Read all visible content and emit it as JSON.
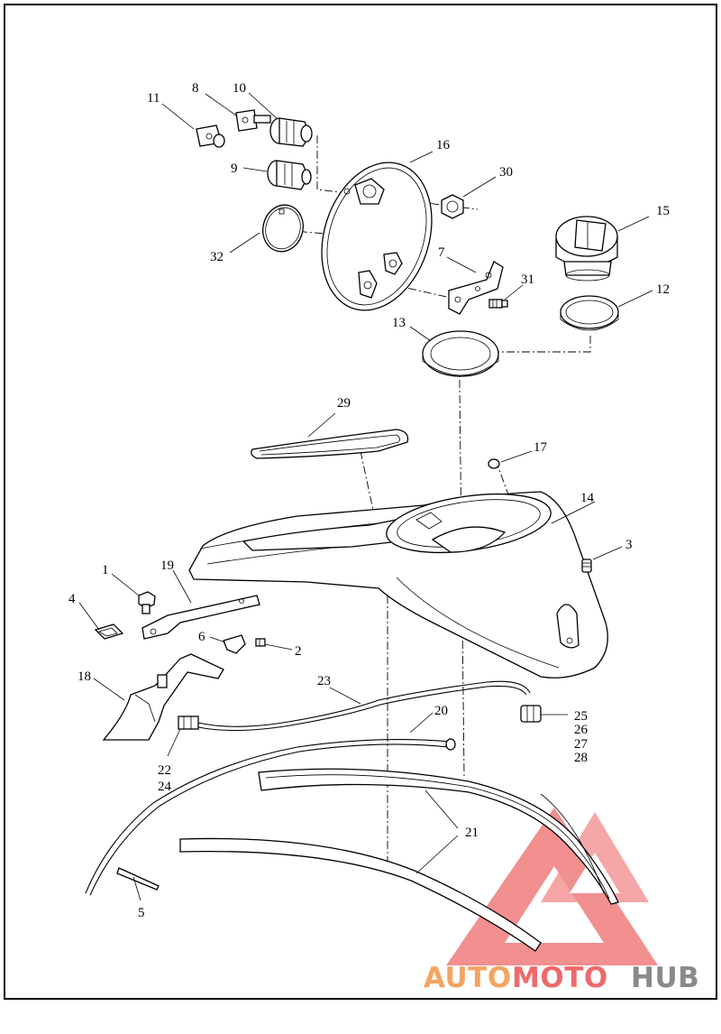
{
  "labels": {
    "l1": "1",
    "l2": "2",
    "l3": "3",
    "l4": "4",
    "l5": "5",
    "l6": "6",
    "l7": "7",
    "l8": "8",
    "l9": "9",
    "l10": "10",
    "l11": "11",
    "l12": "12",
    "l13": "13",
    "l14": "14",
    "l15": "15",
    "l16": "16",
    "l17": "17",
    "l18": "18",
    "l19": "19",
    "l20": "20",
    "l21": "21",
    "l22": "22",
    "l24": "24",
    "l23": "23",
    "l25": "25",
    "l26": "26",
    "l27": "27",
    "l28": "28",
    "l29": "29",
    "l30": "30",
    "l31": "31",
    "l32": "32"
  },
  "watermark": {
    "part1": "AUTO",
    "part2": "MOTO",
    "part3": "HUB",
    "color_orange": "#f4a460",
    "color_red": "#ee6a6a",
    "color_grey": "#8a8a8a"
  },
  "colors": {
    "line": "#000000",
    "background": "#ffffff"
  }
}
